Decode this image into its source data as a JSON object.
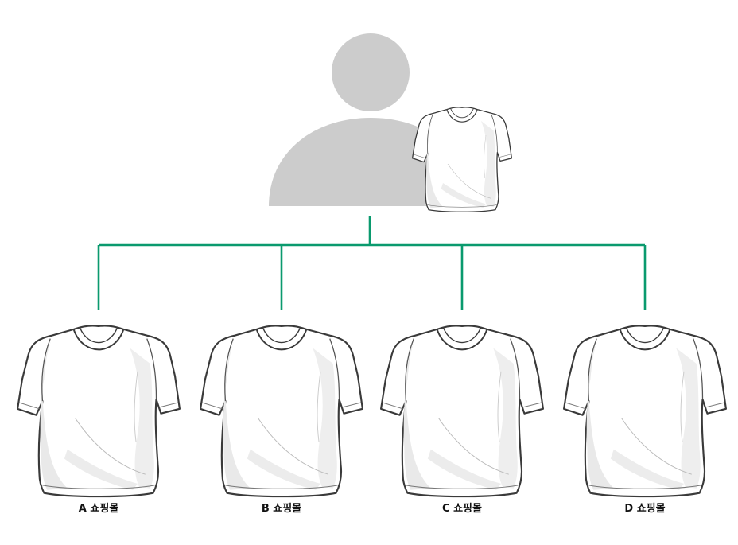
{
  "colors": {
    "connector": "#0a9a6e",
    "person": "#cccccc",
    "shirt_fill": "#ffffff",
    "shirt_shade": "#e9e9e9",
    "shirt_outline": "#3a3a3a"
  },
  "root": {
    "icon": "person-icon",
    "accessory_icon": "tshirt-icon"
  },
  "shops": [
    {
      "label": "A 쇼핑몰",
      "icon": "tshirt-icon"
    },
    {
      "label": "B 쇼핑몰",
      "icon": "tshirt-icon"
    },
    {
      "label": "C 쇼핑몰",
      "icon": "tshirt-icon"
    },
    {
      "label": "D 쇼핑몰",
      "icon": "tshirt-icon"
    }
  ]
}
